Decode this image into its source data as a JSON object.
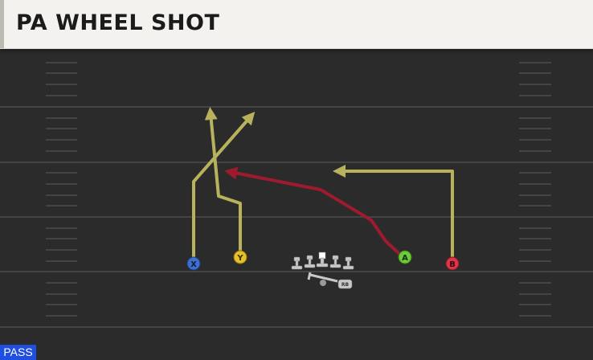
{
  "play": {
    "title": "PA WHEEL SHOT",
    "play_type": "PASS"
  },
  "colors": {
    "field": "#2b2b2b",
    "route_primary": "#b9b25c",
    "route_read": "#9e1b2f",
    "player_x": "#3f6fd1",
    "player_y": "#e8c02a",
    "player_a": "#6ec93c",
    "player_b": "#d9364a",
    "lineman": "#c8c8c8"
  },
  "players": [
    {
      "id": "X",
      "label": "X",
      "color": "#3f6fd1"
    },
    {
      "id": "Y",
      "label": "Y",
      "color": "#e8c02a"
    },
    {
      "id": "A",
      "label": "A",
      "color": "#6ec93c"
    },
    {
      "id": "B",
      "label": "B",
      "color": "#d9364a"
    },
    {
      "id": "RB",
      "label": "RB",
      "color": "#c8c8c8"
    }
  ]
}
